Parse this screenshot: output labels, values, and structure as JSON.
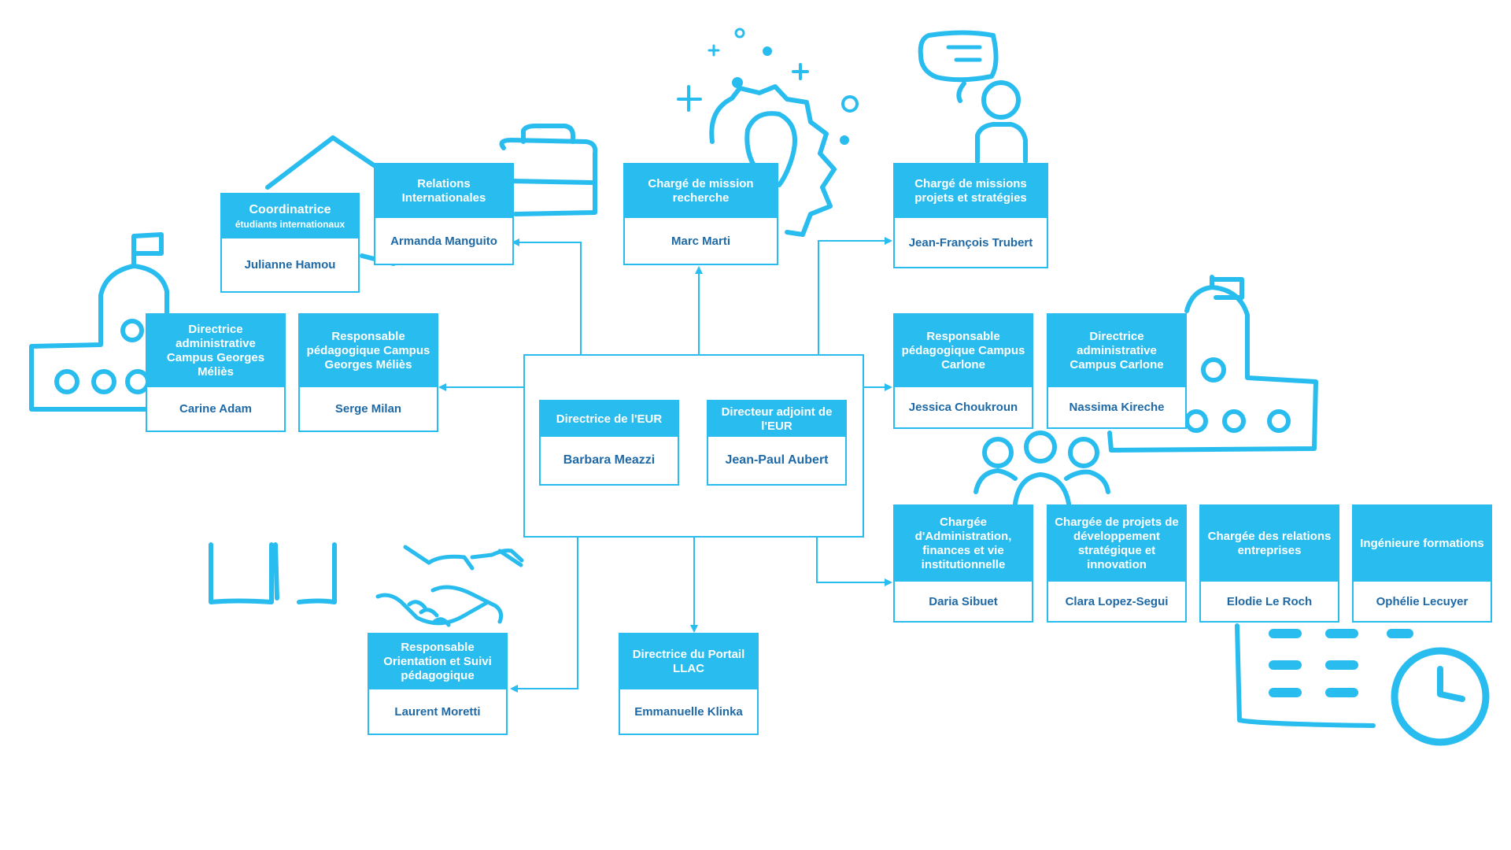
{
  "colors": {
    "accent": "#29bdef",
    "name_text": "#1f6aa6",
    "title_text": "#ffffff"
  },
  "directors": [
    {
      "title": "Directrice de l'EUR",
      "name": "Barbara Meazzi"
    },
    {
      "title": "Directeur adjoint de l'EUR",
      "name": "Jean-Paul Aubert"
    }
  ],
  "coordinatrice": {
    "title_line1": "Coordinatrice",
    "title_line2": "étudiants internationaux",
    "name": "Julianne Hamou"
  },
  "roles": {
    "relations_internationales": {
      "title": "Relations Internationales",
      "name": "Armanda Manguito"
    },
    "mission_recherche": {
      "title": "Chargé de mission recherche",
      "name": "Marc Marti"
    },
    "missions_projets": {
      "title": "Chargé de missions projets et stratégies",
      "name": "Jean-François Trubert"
    },
    "dir_admin_melies": {
      "title": "Directrice administrative Campus Georges Méliès",
      "name": "Carine Adam"
    },
    "resp_peda_melies": {
      "title": "Responsable pédagogique Campus Georges Méliès",
      "name": "Serge Milan"
    },
    "resp_peda_carlone": {
      "title": "Responsable pédagogique Campus Carlone",
      "name": "Jessica Choukroun"
    },
    "dir_admin_carlone": {
      "title": "Directrice administrative Campus Carlone",
      "name": "Nassima Kireche"
    },
    "administration": {
      "title": "Chargée d'Administration, finances et vie institutionnelle",
      "name": "Daria Sibuet"
    },
    "projets_dev": {
      "title": "Chargée de projets de développement stratégique et innovation",
      "name": "Clara Lopez-Segui"
    },
    "relations_entreprises": {
      "title": "Chargée des relations entreprises",
      "name": "Elodie Le Roch"
    },
    "ingenieure": {
      "title": "Ingénieure formations",
      "name": "Ophélie Lecuyer"
    },
    "orientation": {
      "title": "Responsable Orientation et Suivi pédagogique",
      "name": "Laurent Moretti"
    },
    "portail_llac": {
      "title": "Directrice du Portail LLAC",
      "name": "Emmanuelle Klinka"
    }
  }
}
